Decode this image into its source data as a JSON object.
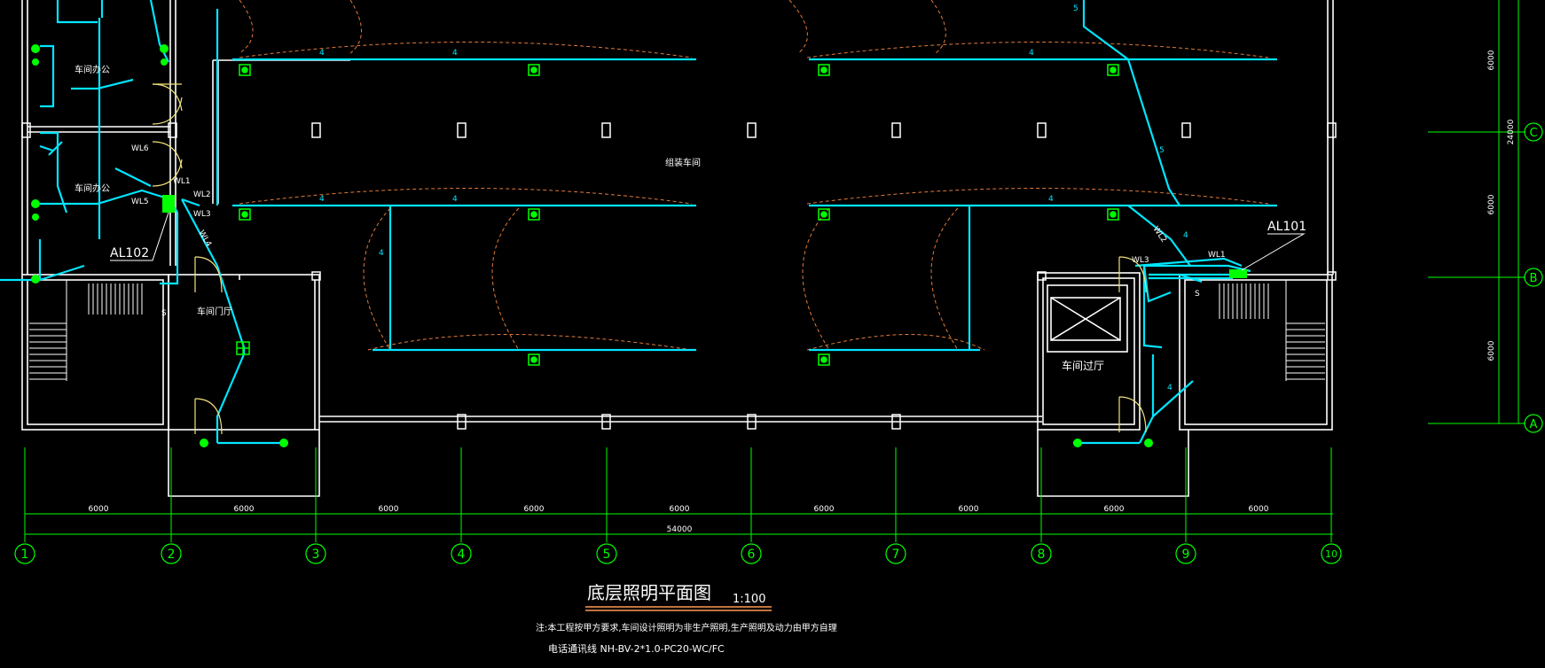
{
  "drawing": {
    "title": "底层照明平面图",
    "scale": "1:100",
    "note_line1": "注:本工程按甲方要求,车间设计照明为非生产照明,生产照明及动力由甲方自理",
    "note_line2": "电话通讯线 NH-BV-2*1.0-PC20-WC/FC"
  },
  "rooms": {
    "workshop_main": "组装车间",
    "office_upper": "车间办公",
    "office_lower": "车间办公",
    "vestibule_left": "车间门厅",
    "vestibule_right": "车间过厅"
  },
  "panels": {
    "left": "AL102",
    "right": "AL101"
  },
  "circuits": {
    "wl1": "WL1",
    "wl2": "WL2",
    "wl3": "WL3",
    "wl4": "WL4",
    "wl5": "WL5",
    "wl6": "WL6",
    "wl1b": "WL1",
    "wl2b": "WL2",
    "wl3b": "WL3"
  },
  "axes_h": [
    "1",
    "2",
    "3",
    "4",
    "5",
    "6",
    "7",
    "8",
    "9",
    "10"
  ],
  "axes_v": [
    "C",
    "B",
    "A"
  ],
  "dims_h": [
    "6000",
    "6000",
    "6000",
    "6000",
    "6000",
    "6000",
    "6000",
    "6000",
    "6000"
  ],
  "dim_total": "54000",
  "dims_v": [
    "6000",
    "6000",
    "6000"
  ],
  "dim_v_total": "24000",
  "wire_counts": {
    "n4": "4",
    "n5": "5",
    "s": "S"
  },
  "colors": {
    "background": "#000000",
    "wire": "#00e5ff",
    "wall": "#ffffff",
    "dimension": "#00ff00",
    "arc": "#e07a3a",
    "door": "#f2e27a",
    "fixture": "#00ff00"
  }
}
